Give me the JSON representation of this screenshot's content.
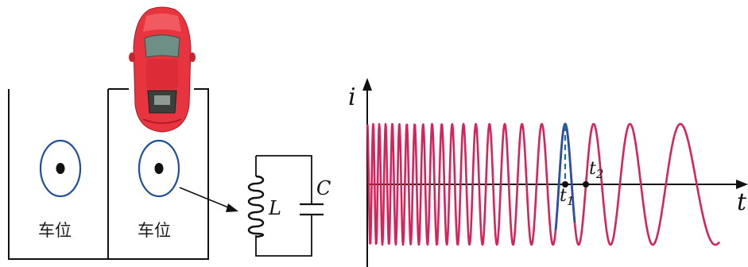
{
  "parking": {
    "space_left_label": "车位",
    "space_right_label": "车位"
  },
  "circuit": {
    "inductor_label": "L",
    "capacitor_label": "C"
  },
  "graph": {
    "y_axis_label": "i",
    "x_axis_label": "t",
    "t1_label": "t",
    "t1_sub": "1",
    "t2_label": "t",
    "t2_sub": "2"
  },
  "colors": {
    "wave": "#d6245a",
    "peak_segment": "#2b50a0",
    "dashed_marker": "#1e6fa0",
    "coil_ring": "#1f4e9c",
    "car_body": "#e8343f",
    "line": "#111111"
  },
  "icons": {
    "car": "car-top-view-icon",
    "coil": "coil-icon"
  }
}
